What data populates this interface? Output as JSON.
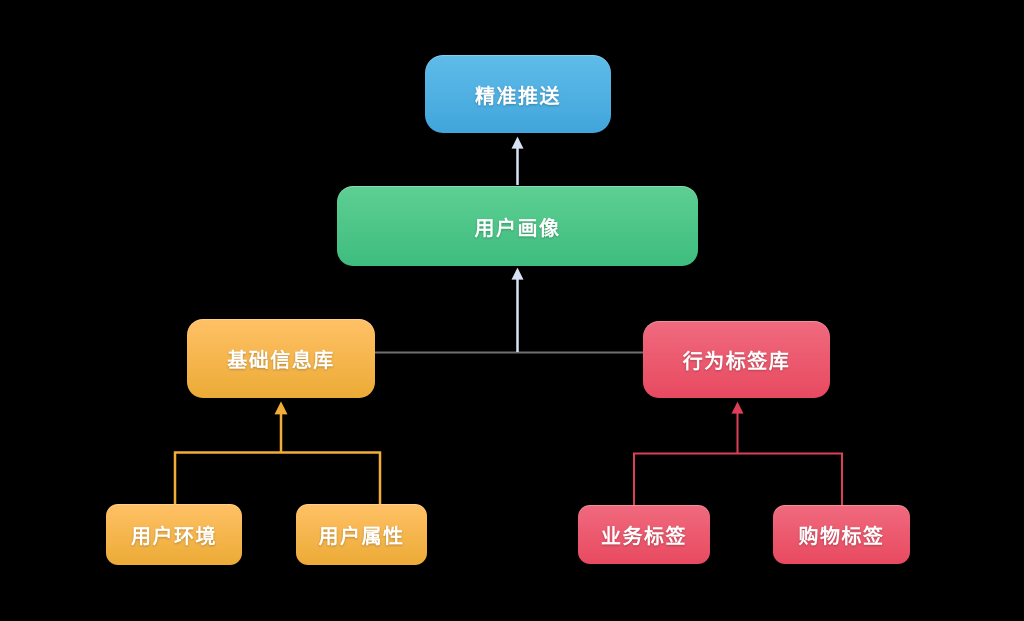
{
  "diagram": {
    "background_color": "#000000",
    "text_color": "#FFFFFF",
    "nodes": {
      "precise_push": {
        "label": "精准推送",
        "color_top": "#5FBCE9",
        "color_bottom": "#41A5DB"
      },
      "user_profile": {
        "label": "用户画像",
        "color_top": "#5ECF93",
        "color_bottom": "#3EBD7E"
      },
      "basic_info_db": {
        "label": "基础信息库",
        "color_top": "#FFC166",
        "color_bottom": "#ECAB36"
      },
      "behavior_tag_db": {
        "label": "行为标签库",
        "color_top": "#F06A7E",
        "color_bottom": "#E84A60"
      },
      "user_environment": {
        "label": "用户环境",
        "color_top": "#FFC166",
        "color_bottom": "#ECAB36"
      },
      "user_attributes": {
        "label": "用户属性",
        "color_top": "#FFC166",
        "color_bottom": "#ECAB36"
      },
      "business_tags": {
        "label": "业务标签",
        "color_top": "#F06A7E",
        "color_bottom": "#E84A60"
      },
      "shopping_tags": {
        "label": "购物标签",
        "color_top": "#F06A7E",
        "color_bottom": "#E84A60"
      }
    },
    "connectors": {
      "light_arrow_color": "#D7E2F4",
      "gray_line_color": "#6F6F6F",
      "orange_line_color": "#F2AC38",
      "red_line_color": "#DC4057"
    }
  }
}
